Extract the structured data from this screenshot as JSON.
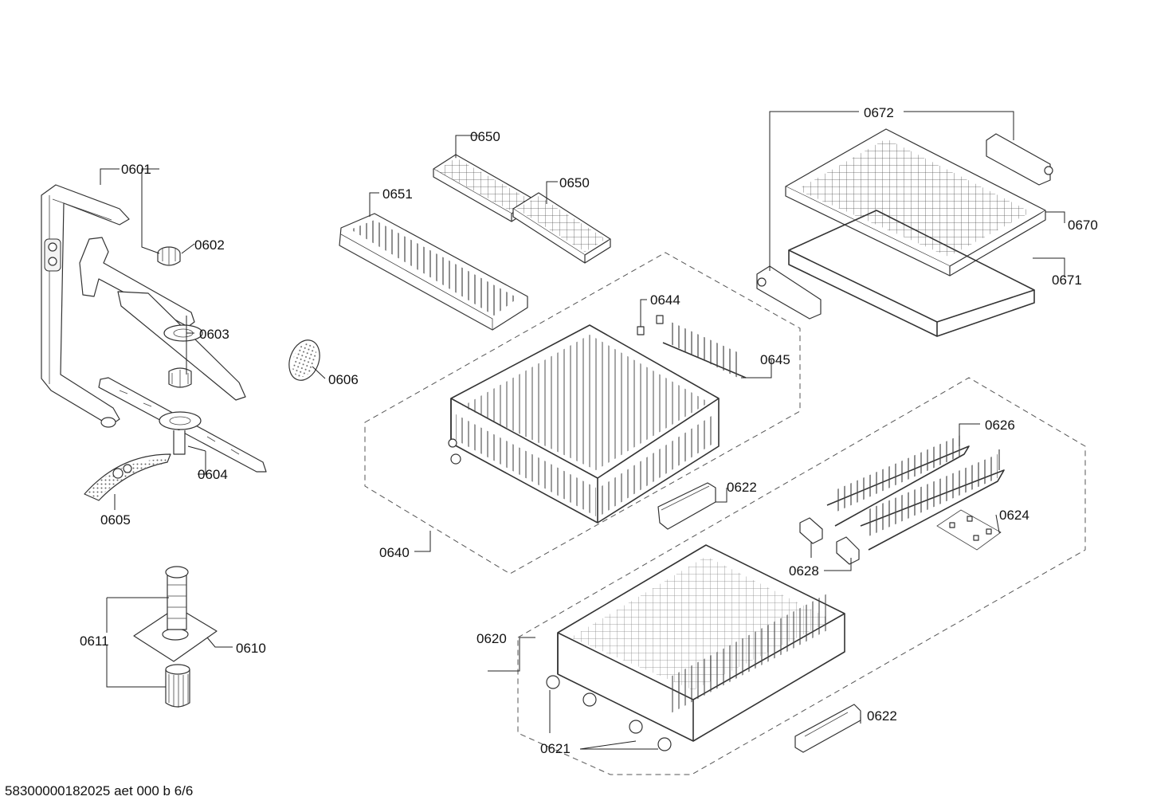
{
  "labels": {
    "p0601": "0601",
    "p0602": "0602",
    "p0603": "0603",
    "p0604": "0604",
    "p0605": "0605",
    "p0606": "0606",
    "p0610": "0610",
    "p0611": "0611",
    "p0620": "0620",
    "p0621": "0621",
    "p0622a": "0622",
    "p0622b": "0622",
    "p0624": "0624",
    "p0626": "0626",
    "p0628": "0628",
    "p0640": "0640",
    "p0644": "0644",
    "p0645": "0645",
    "p0650a": "0650",
    "p0650b": "0650",
    "p0651": "0651",
    "p0670": "0670",
    "p0671": "0671",
    "p0672": "0672"
  },
  "footer": {
    "document_code": "58300000182025 aet 000 b 6/6"
  }
}
